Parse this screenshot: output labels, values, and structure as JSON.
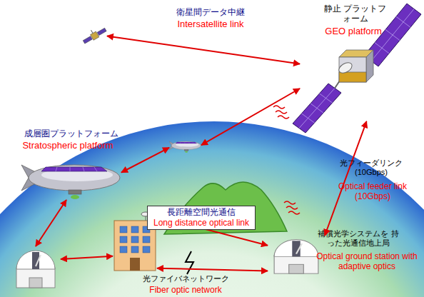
{
  "diagram": {
    "nodes": [
      {
        "text": []
      },
      {
        "text": [
          "静止 プラットフォーム",
          "GEO platform"
        ]
      },
      {
        "text": [
          "成層圏プラットフォーム",
          "Stratospheric platform"
        ]
      },
      {
        "text": []
      },
      {
        "text": []
      },
      {
        "text": []
      },
      {
        "text": [
          "補償光学システムを 持った光通信地上局",
          "Optical ground station with adaptive optics"
        ]
      }
    ],
    "edges": [
      {
        "from": 0,
        "to": 1,
        "arrow": "both",
        "label": "Intersatellite link"
      },
      {
        "from": 2,
        "to": 3,
        "arrow": "both"
      },
      {
        "from": 3,
        "to": 1,
        "arrow": "both"
      },
      {
        "from": 1,
        "to": 6,
        "arrow": "both",
        "label": "Optical feeder link (10Gbps)"
      },
      {
        "from": 2,
        "to": 4,
        "arrow": "both"
      },
      {
        "from": 4,
        "to": 5,
        "arrow": "both"
      },
      {
        "from": 5,
        "to": 6,
        "arrow": "both",
        "label": "Long distance optical link"
      },
      {
        "from": 5,
        "to": 6,
        "arrow": "both",
        "label": "Fiber optic network"
      }
    ],
    "labels": [
      "衛星間データ中継",
      "光フィーダリンク (10Gbps)",
      "長距離空間光通信",
      "光ファイバネットワーク"
    ]
  }
}
